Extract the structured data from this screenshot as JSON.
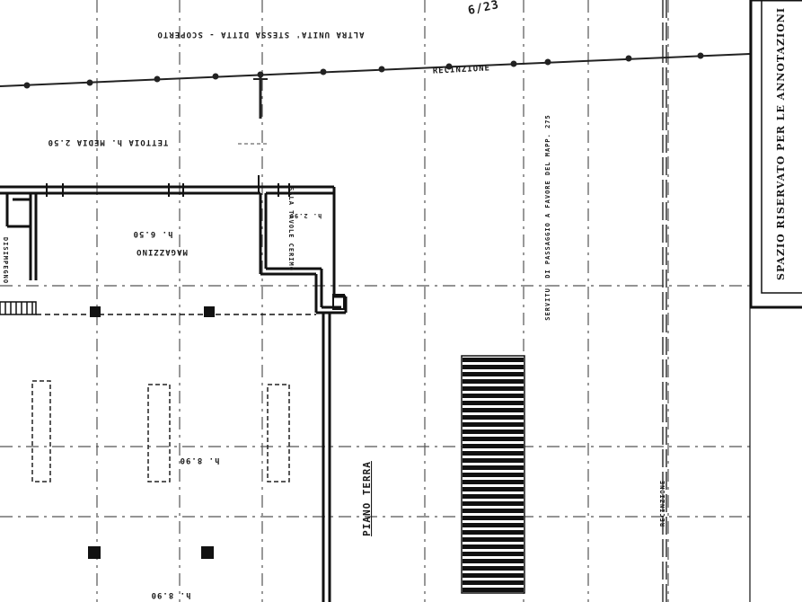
{
  "labels": {
    "top_left_upside": "ALTRA UNITA' STESSA DITTA - SCOPERTO",
    "top_note": "6/23",
    "fence": "RECINZIONE",
    "canopy": "TETTOIA h. MEDIA 2.50",
    "storage": "MAGAZZINO",
    "storage_h": "h. 6.50",
    "room": "SALA TAVOLE CERIMO",
    "room_h": "h. 2.90",
    "room_left": "DISIMPEGNO",
    "yard_note": "SERVITU' DI PASSAGGIO A FAVORE DEL MAPP. 275",
    "floor": "PIANO TERRA",
    "right_note": "RECINZIONE",
    "bottom_left_h": "h. 8.90",
    "bottom_h": "h. 8.90",
    "sidebar": "SPAZIO RISERVATO PER LE ANNOTAZIONI"
  }
}
